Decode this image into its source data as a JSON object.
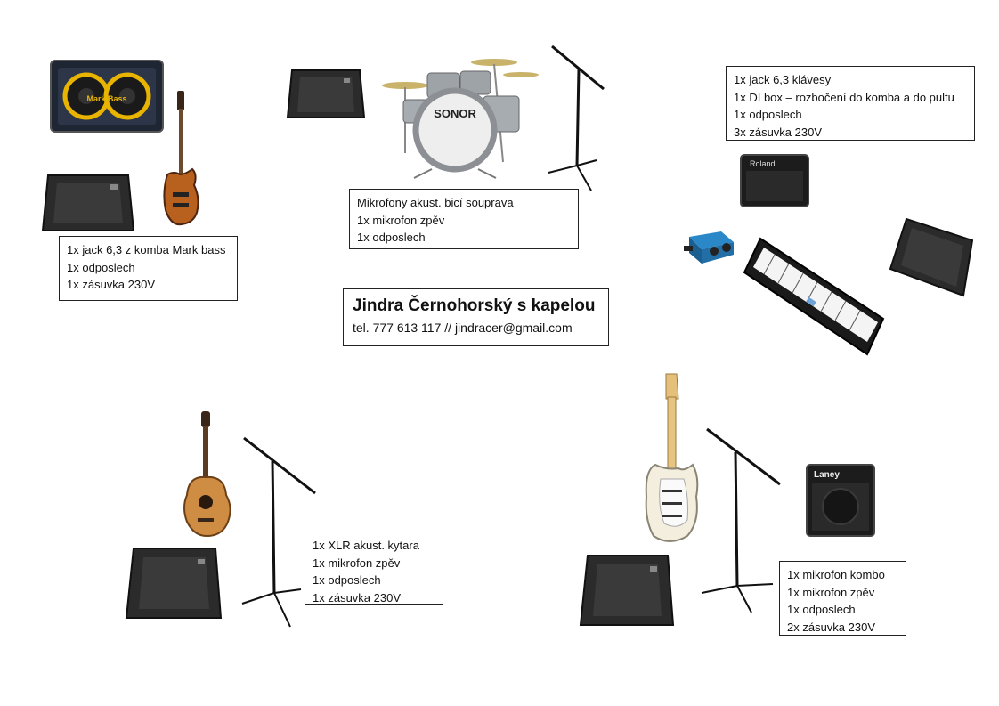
{
  "header": {
    "band_name": "Jindra Černohorský s kapelou",
    "contact": "tel. 777 613 117 //  jindracer@gmail.com"
  },
  "stations": {
    "bass": {
      "lines": [
        "1x jack 6,3 z komba Mark bass",
        "1x odposlech",
        "1x zásuvka 230V"
      ]
    },
    "drums": {
      "lines": [
        "Mikrofony akust. bicí souprava",
        "1x mikrofon zpěv",
        "1x odposlech"
      ]
    },
    "keys": {
      "lines": [
        "1x jack 6,3 klávesy",
        "1x DI box – rozbočení do komba a do pultu",
        "1x odposlech",
        "3x zásuvka 230V"
      ]
    },
    "acoustic": {
      "lines": [
        "1x XLR akust. kytara",
        "1x mikrofon zpěv",
        "1x odposlech",
        "1x zásuvka 230V"
      ]
    },
    "electric": {
      "lines": [
        "1x mikrofon kombo",
        "1x mikrofon zpěv",
        "1x odposlech",
        "2x zásuvka 230V"
      ]
    }
  },
  "equipment_labels": {
    "drum_brand": "SONOR",
    "keys_amp_brand": "Roland",
    "guitar_amp_brand": "Laney",
    "bass_amp_brand": "Mark Bass"
  },
  "colors": {
    "monitor": "#2b2b2b",
    "border": "#222222"
  }
}
